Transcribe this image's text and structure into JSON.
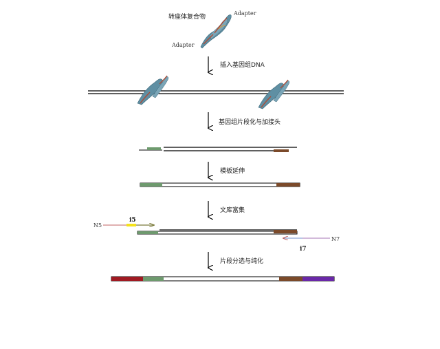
{
  "labels": {
    "transposome": "转座体复合物",
    "adapter_top": "Adapter",
    "adapter_bottom": "Adapter",
    "step1": "插入基因组DNA",
    "step2": "基因组片段化与加接头",
    "step3": "模板延伸",
    "step4": "文库富集",
    "step5": "片段分选与纯化",
    "n5": "N5",
    "i5": "i5",
    "n7": "N7",
    "i7": "i7"
  },
  "colors": {
    "green": "#6e9a6e",
    "brown": "#7b4a2a",
    "red": "#a01a22",
    "purple": "#6a28a8",
    "yellow": "#f5e21a",
    "primer_i5": "#7a7a3a",
    "primer_i7": "#8fa7d6",
    "transposase": "#5f8fa3",
    "transposase_accent": "#b04a33",
    "line": "#000000"
  }
}
